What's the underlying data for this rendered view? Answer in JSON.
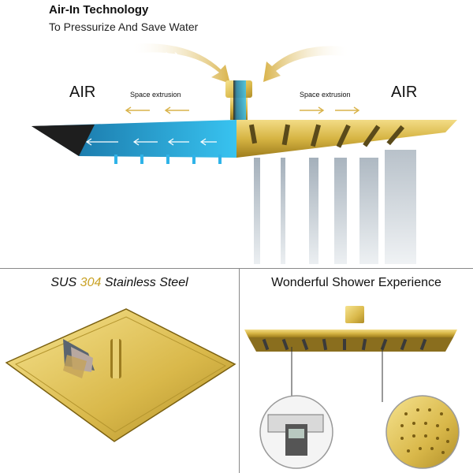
{
  "top": {
    "title": "Air-In Technology",
    "subtitle": "To Pressurize And Save Water",
    "air_left": "AIR",
    "air_right": "AIR",
    "space_left": "Space extrusion",
    "space_right": "Space extrusion"
  },
  "bottom_left": {
    "caption_pre": "SUS ",
    "caption_num": "304",
    "caption_post": " Stainless Steel"
  },
  "bottom_right": {
    "caption": "Wonderful Shower Experience"
  },
  "colors": {
    "gold": "#d8b84a",
    "gold_dark": "#a88620",
    "blue": "#2fb3e8",
    "dark": "#2a2a2a"
  }
}
